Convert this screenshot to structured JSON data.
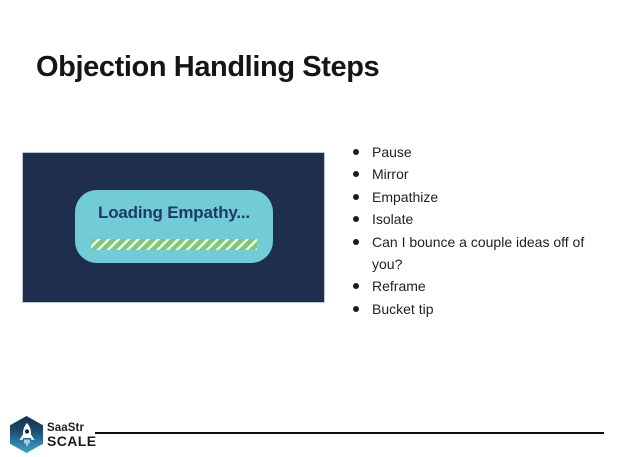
{
  "slide": {
    "title": "Objection Handling Steps",
    "bullets": [
      "Pause",
      "Mirror",
      "Empathize",
      "Isolate",
      "Can I bounce a couple ideas off of you?",
      "Reframe",
      "Bucket tip"
    ],
    "loading_card": {
      "label": "Loading Empathy..."
    },
    "colors": {
      "image_background": "#1f2e4c",
      "card_background": "#72ccd8",
      "card_text": "#1d3a5f",
      "stripe_green": "#7fc878",
      "stripe_light": "#eef6e8"
    },
    "footer": {
      "brand_top": "SaaStr",
      "brand_bottom": "SCALE"
    }
  }
}
